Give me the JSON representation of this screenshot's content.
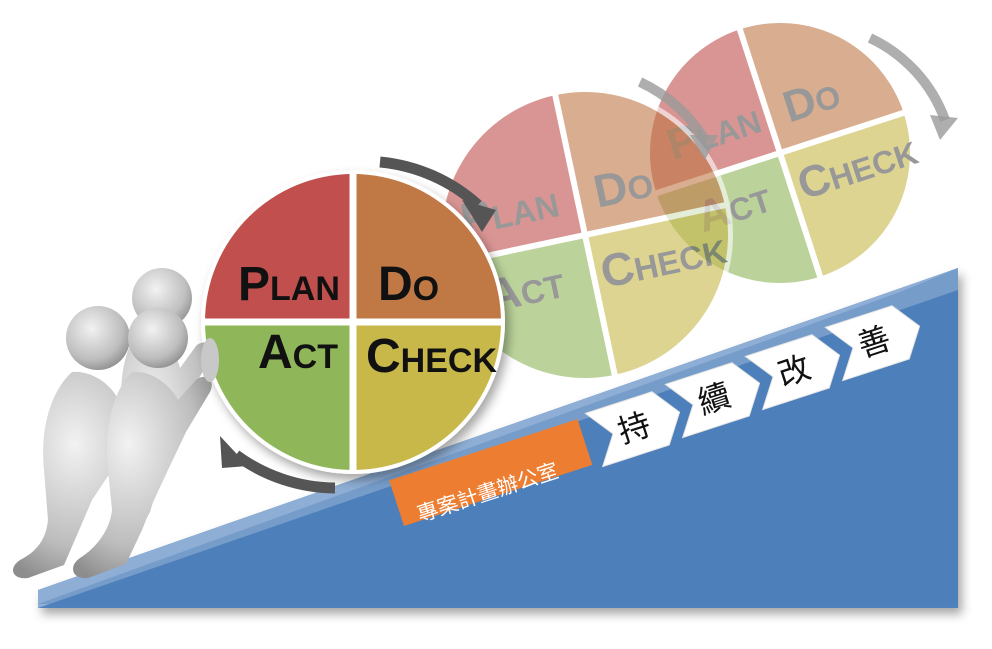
{
  "pdca": {
    "plan": {
      "big": "P",
      "small": "LAN"
    },
    "do": {
      "big": "D",
      "small": "O"
    },
    "act": {
      "big": "A",
      "small": "CT"
    },
    "check": {
      "big": "C",
      "small": "HECK"
    }
  },
  "banner": {
    "office": "專案計畫辦公室",
    "chevrons": [
      "持",
      "續",
      "改",
      "善"
    ]
  },
  "colors": {
    "plan": "#c0504d",
    "do": "#c07845",
    "act": "#8fb75a",
    "check": "#c8b84a",
    "slope": "#4f81bd",
    "slope_light": "#95b3d7",
    "office": "#ed7d31"
  }
}
